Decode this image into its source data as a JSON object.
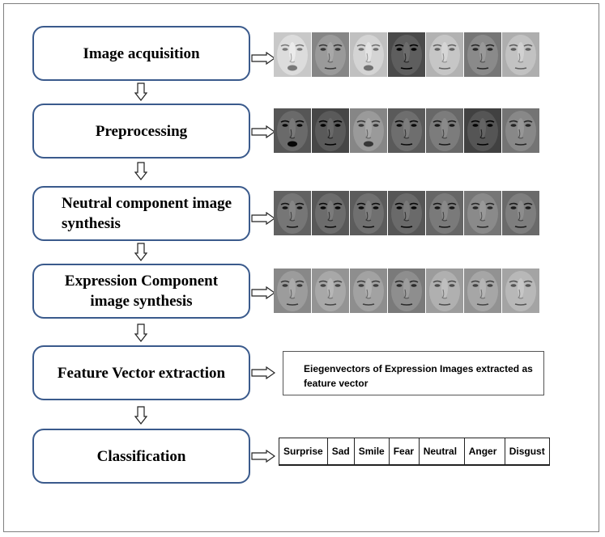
{
  "steps": [
    {
      "label": "Image acquisition"
    },
    {
      "label": "Preprocessing"
    },
    {
      "label": "Neutral component image synthesis"
    },
    {
      "label": "Expression Component image synthesis"
    },
    {
      "label": "Feature Vector extraction"
    },
    {
      "label": "Classification"
    }
  ],
  "feature_description": "Eiegenvectors of Expression Images  extracted as feature vector",
  "classes": [
    "Surprise",
    "Sad",
    "Smile",
    "Fear",
    "Neutral",
    "Anger",
    "Disgust"
  ],
  "face_rows": [
    {
      "name": "acquired-faces",
      "tones": [
        "#dcdcdc",
        "#9a9a9a",
        "#d4d4d4",
        "#5e5e5e",
        "#c6c6c6",
        "#8a8a8a",
        "#c2c2c2"
      ]
    },
    {
      "name": "preprocessed-faces",
      "tones": [
        "#6a6a6a",
        "#5a5a5a",
        "#9a9a9a",
        "#6e6e6e",
        "#7c7c7c",
        "#555555",
        "#888888"
      ]
    },
    {
      "name": "neutral-faces",
      "tones": [
        "#767676",
        "#6c6c6c",
        "#707070",
        "#6a6a6a",
        "#7a7a7a",
        "#8a8a8a",
        "#7e7e7e"
      ]
    },
    {
      "name": "expression-faces",
      "tones": [
        "#9c9c9c",
        "#a8a8a8",
        "#a2a2a2",
        "#8e8e8e",
        "#b0b0b0",
        "#a6a6a6",
        "#b8b8b8"
      ]
    }
  ]
}
